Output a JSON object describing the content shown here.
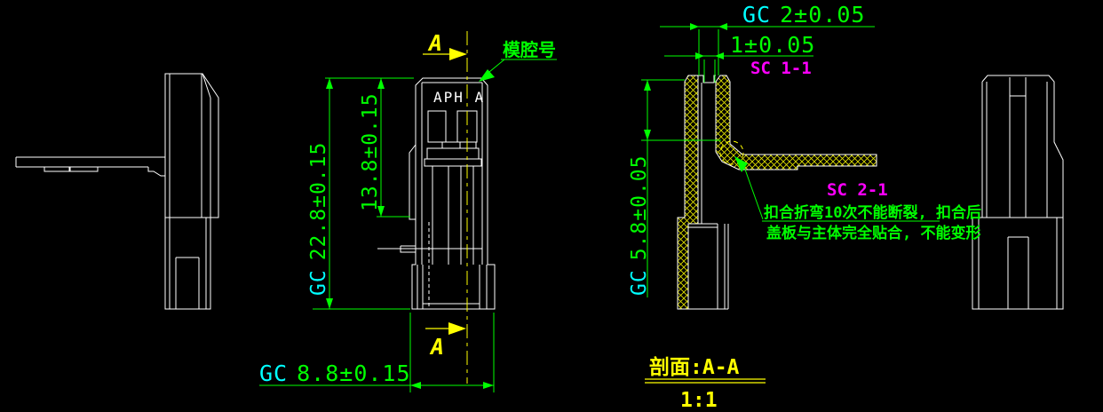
{
  "labels": {
    "part_marking": "APH A",
    "cavity_note": "模腔号",
    "section_marker_top": "A",
    "section_marker_bottom": "A",
    "section_title": "剖面:A-A",
    "section_scale": "1:1"
  },
  "dims": {
    "overall_height": {
      "prefix": "GC",
      "value": "22.8±0.15"
    },
    "inner_height": {
      "value": "13.8±0.15"
    },
    "bottom_width": {
      "prefix": "GC",
      "value": "8.8±0.15"
    },
    "latch_height": {
      "prefix": "GC",
      "value": "5.8±0.05"
    },
    "top_thickness": {
      "prefix": "GC",
      "value": "2±0.05"
    },
    "slot_width": {
      "value": "1±0.05"
    }
  },
  "callouts": {
    "sc_1_1": "SC 1-1",
    "sc_2_1": "SC 2-1"
  },
  "notes": {
    "line1": "扣合折弯10次不能断裂, 扣合后",
    "line2": "盖板与主体完全贴合, 不能变形"
  },
  "colors": {
    "background": "#000000",
    "outline": "#ffffff",
    "dimension": "#00ff00",
    "gc_prefix": "#00ffff",
    "callout": "#ff00ff",
    "centerline": "#ffff00",
    "hatch": "#e8e800"
  }
}
